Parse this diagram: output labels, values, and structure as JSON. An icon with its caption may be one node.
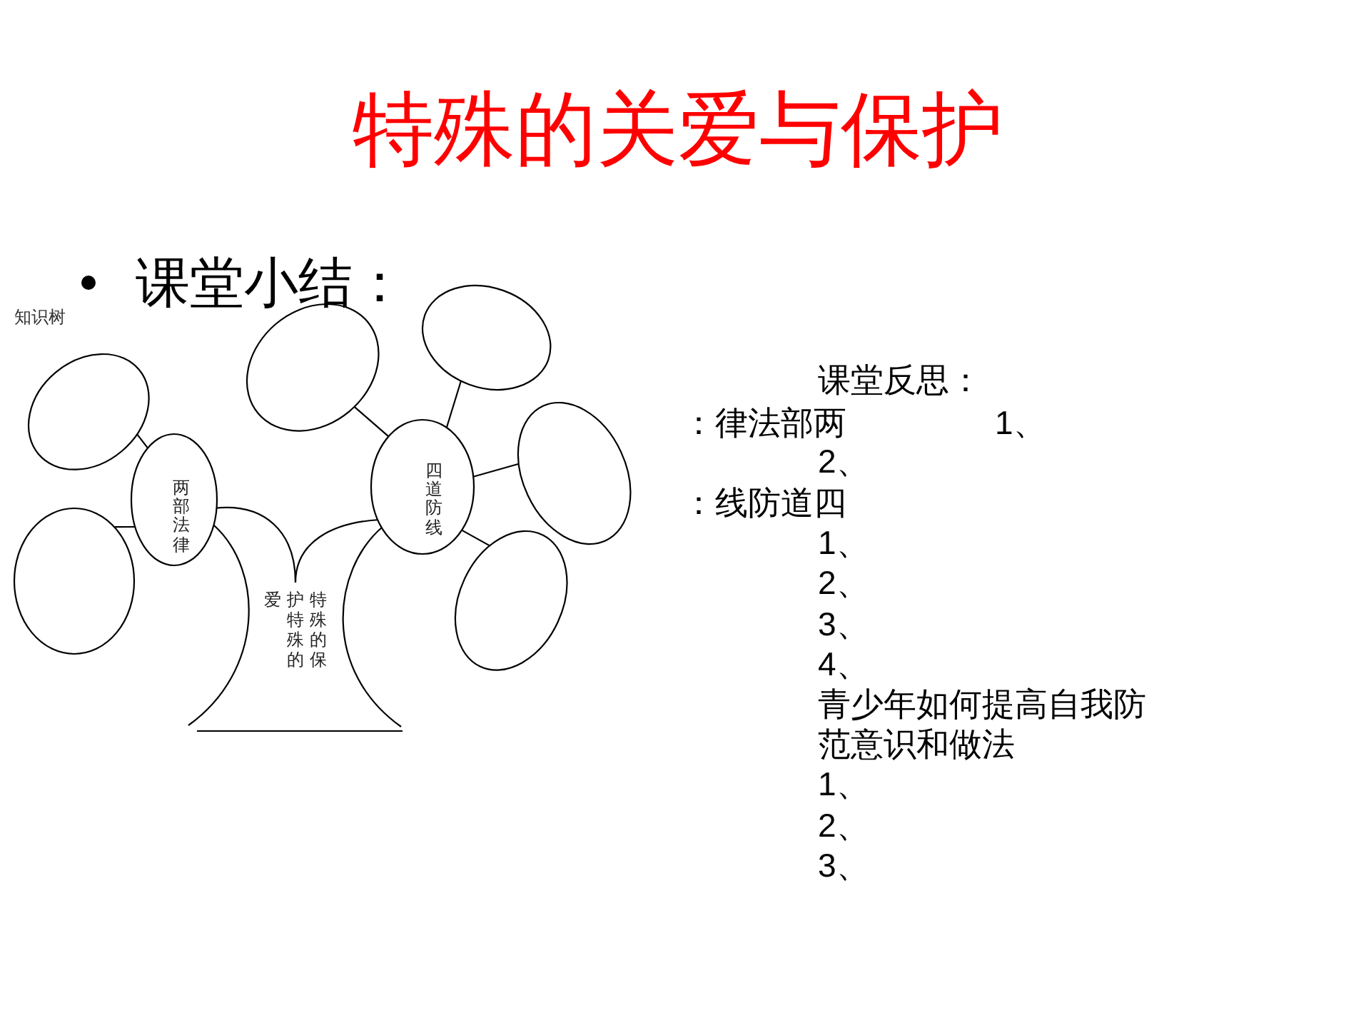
{
  "diagram": {
    "title": "特殊的关爱与保护",
    "nodes": [
      {
        "text": [
          "两部法律"
        ]
      },
      {
        "text": [],
        "shape": "ellipse"
      },
      {
        "text": [],
        "shape": "ellipse"
      },
      {
        "text": [
          "四道防线"
        ]
      },
      {
        "text": [],
        "shape": "ellipse"
      },
      {
        "text": [],
        "shape": "ellipse"
      },
      {
        "text": [],
        "shape": "ellipse"
      },
      {
        "text": [],
        "shape": "ellipse"
      },
      {
        "text": [
          "特殊的保护特殊的爱"
        ]
      }
    ],
    "edges": [
      {
        "from": 1,
        "to": 0,
        "arrow": "none"
      },
      {
        "from": 2,
        "to": 0,
        "arrow": "none"
      },
      {
        "from": 4,
        "to": 3,
        "arrow": "none"
      },
      {
        "from": 5,
        "to": 3,
        "arrow": "none"
      },
      {
        "from": 6,
        "to": 3,
        "arrow": "none"
      },
      {
        "from": 7,
        "to": 3,
        "arrow": "none"
      }
    ],
    "labels": [
      "课堂小结：",
      "知识树",
      "课堂反思：",
      "：律法部两",
      "1、",
      "2、",
      "：线防道四",
      "1、",
      "2、",
      "3、",
      "4、",
      "青少年如何提高自我防范意识和做法",
      "1、",
      "2、",
      "3、"
    ]
  }
}
